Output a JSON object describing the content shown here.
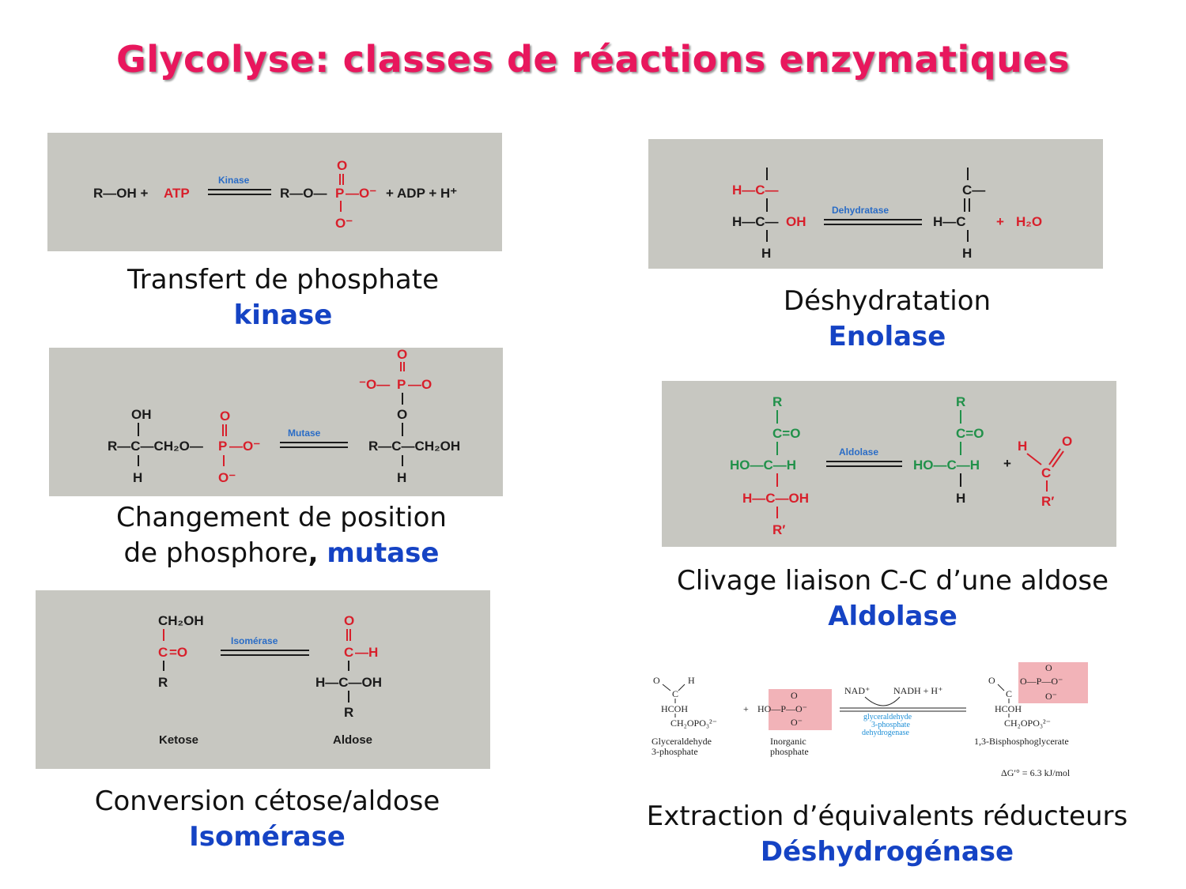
{
  "title": "Glycolyse: classes de réactions enzymatiques",
  "panels": {
    "kinase": {
      "enzyme_label": "Kinase",
      "left": "R—OH +",
      "atp": "ATP",
      "product_start": "R—O—",
      "p": "P",
      "o_end": "—O⁻",
      "o_top": "O",
      "o_bottom": "O⁻",
      "right": "+ ADP + H⁺"
    },
    "mutase": {
      "enzyme_label": "Mutase",
      "oh": "OH",
      "r_c": "R—C—CH₂O—",
      "h": "H",
      "p": "P",
      "o_minus": "—O⁻",
      "o_top": "O",
      "o_bottom": "O⁻",
      "prod_top_o": "O",
      "prod_p_row_left": "⁻O—",
      "prod_p": "P",
      "prod_p_row_right": "—O",
      "prod_o": "O",
      "prod_main": "R—C—CH₂OH",
      "prod_h": "H"
    },
    "isomerase": {
      "enzyme_label": "Isomérase",
      "ch2oh": "CH₂OH",
      "c": "C",
      "o_eq": "=O",
      "r": "R",
      "ketose": "Ketose",
      "ald_o": "O",
      "ald_c": "C",
      "ald_h": "—H",
      "ald_mid": "H—C—OH",
      "ald_r": "R",
      "aldose": "Aldose"
    },
    "enolase": {
      "enzyme_label": "Dehydratase",
      "h_c": "H—C—",
      "h_c_oh_left": "H—C—",
      "oh": "OH",
      "h_bottom": "H",
      "p_c": "C—",
      "p_hc": "H—C",
      "p_h": "H",
      "plus": "+",
      "water": "H₂O"
    },
    "aldolase": {
      "enzyme_label": "Aldolase",
      "r_top": "R",
      "c_o": "C=O",
      "ho_c_h": "HO—C—H",
      "h_c_oh": "H—C—OH",
      "r_prime": "R′",
      "p_r": "R",
      "p_co": "C=O",
      "p_ho": "HO—C—H",
      "p_h": "H",
      "plus": "+",
      "ald_h": "H",
      "ald_c": "C",
      "ald_o": "O",
      "ald_r": "R′"
    },
    "dehydrogenase": {
      "nad": "NAD⁺",
      "nadh": "NADH + H⁺",
      "enzyme_lines": [
        "glyceraldehyde",
        "3-phosphate",
        "dehydrogenase"
      ],
      "g3p_label_1": "Glyceraldehyde",
      "g3p_label_2": "3-phosphate",
      "pi_label_1": "Inorganic",
      "pi_label_2": "phosphate",
      "bpg_label": "1,3-Bisphosphoglycerate",
      "delta_g": "ΔG′° = 6.3 kJ/mol",
      "g3p_o": "O",
      "g3p_h": "H",
      "g3p_c": "C",
      "g3p_hcoh": "HCOH",
      "g3p_ch2": "CH₂OPO₃²⁻",
      "pi_plus": "+",
      "pi_ho": "HO—P—O⁻",
      "pi_o_top": "O",
      "pi_o_bot": "O⁻",
      "bpg_top": "O",
      "bpg_row": "O—P—O⁻",
      "bpg_left_o": "O",
      "bpg_c": "C",
      "bpg_hcoh": "HCOH",
      "bpg_ch2": "CH₂OPO₃²⁻",
      "bpg_o_bot": "O⁻"
    }
  },
  "captions": {
    "kinase": {
      "line1": "Transfert de phosphate",
      "enzyme": "kinase"
    },
    "enolase": {
      "line1": "Déshydratation",
      "enzyme": "Enolase"
    },
    "mutase": {
      "line1": "Changement de position",
      "line2": "de phosphore",
      "comma": ",",
      "enzyme": "mutase"
    },
    "aldolase": {
      "line1": "Clivage liaison C-C d’une aldose",
      "enzyme": "Aldolase"
    },
    "isomerase": {
      "line1": "Conversion cétose/aldose",
      "enzyme": "Isomérase"
    },
    "dehydrogenase": {
      "line1": "Extraction d’équivalents réducteurs",
      "enzyme": "Déshydrogénase"
    }
  }
}
